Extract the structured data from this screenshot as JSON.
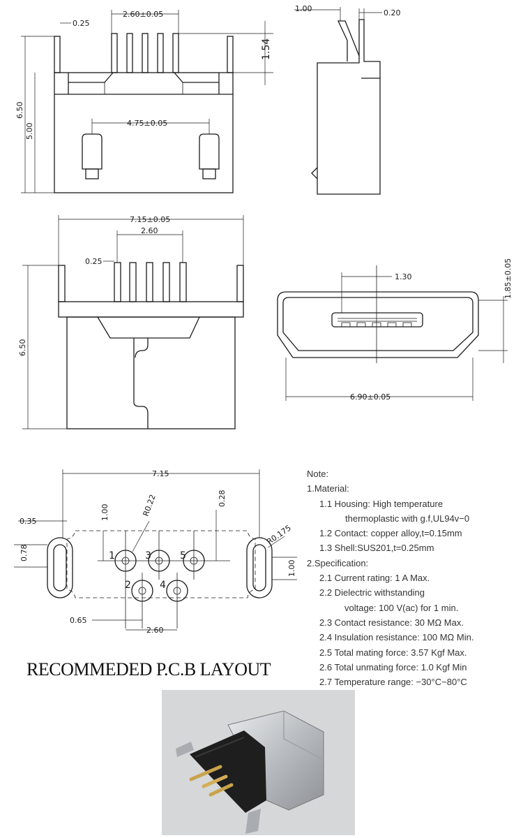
{
  "dimensions": {
    "top_front": {
      "pitch": "2.60±0.05",
      "pin_width": "0.25",
      "pin_height": "1.54",
      "height": "6.50",
      "body_height": "5.00",
      "peg_spacing": "4.75±0.05"
    },
    "top_side": {
      "offset": "1.00",
      "thickness": "0.20"
    },
    "mid_front": {
      "width": "7.15±0.05",
      "pitch": "2.60",
      "pin_width": "0.25",
      "height": "6.50"
    },
    "port_view": {
      "width": "6.90±0.05",
      "height": "1.85±0.05",
      "tongue": "1.30"
    },
    "pcb": {
      "width": "7.15",
      "pad_offset": "0.35",
      "slot_width": "0.78",
      "y_offset": "1.00",
      "radius_a": "R0.22",
      "radius_b": "R0.175",
      "row_offset": "0.28",
      "slot_height": "1.00",
      "pin_offset": "0.65",
      "pitch": "2.60",
      "pin_numbers": [
        "1",
        "2",
        "3",
        "4",
        "5"
      ]
    }
  },
  "pcb_title": "RECOMMEDED P.C.B LAYOUT",
  "notes": {
    "heading": "Note:",
    "material_title": "1.Material:",
    "housing": "1.1 Housing: High temperature",
    "housing_cont": "thermoplastic with g.f,UL94v−0",
    "contact": "1.2 Contact: copper alloy,t=0.15mm",
    "shell": "1.3 Shell:SUS201,t=0.25mm",
    "spec_title": "2.Specification:",
    "current": "2.1 Current rating: 1 A Max.",
    "dielectric": "2.2 Dielectric withstanding",
    "dielectric_cont": "voltage: 100 V(ac) for 1 min.",
    "contact_res": "2.3 Contact resistance: 30 MΩ Max.",
    "insulation": "2.4 Insulation resistance: 100 MΩ Min.",
    "mating": "2.5 Total mating force: 3.57 Kgf Max.",
    "unmating": "2.6 Total unmating force: 1.0 Kgf Min",
    "temperature": "2.7 Temperature range: −30°C~80°C"
  }
}
